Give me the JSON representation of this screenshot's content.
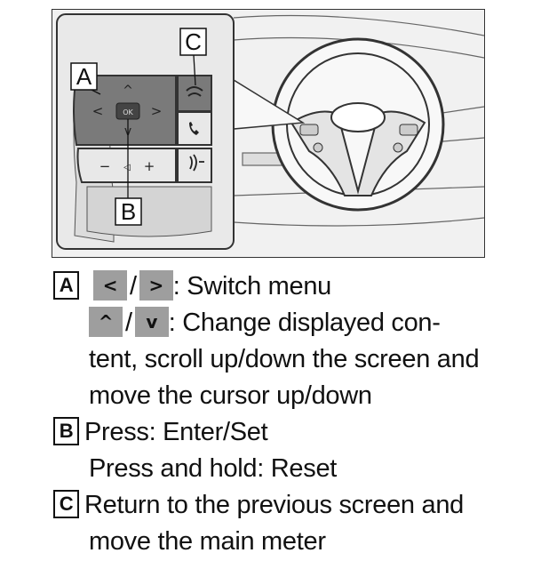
{
  "illustration": {
    "callouts": [
      "A",
      "B",
      "C"
    ],
    "controls": {
      "left": "<",
      "right": ">",
      "up": "^",
      "down": "v",
      "ok": "OK",
      "volume_down": "−",
      "volume_icon": "◁",
      "volume_up": "+",
      "phone_icon": "phone-icon",
      "voice_icon": "voice-icon",
      "return_icon": "return-icon"
    }
  },
  "legend": {
    "a": {
      "key": "A",
      "switch_buttons": [
        "<",
        ">"
      ],
      "switch_text": ": Switch menu",
      "scroll_buttons": [
        "^",
        "v"
      ],
      "scroll_text_lines": [
        ": Change displayed con-",
        "tent, scroll up/down the screen and",
        "move the cursor up/down"
      ]
    },
    "b": {
      "key": "B",
      "lines": [
        "Press: Enter/Set",
        "Press and hold: Reset"
      ]
    },
    "c": {
      "key": "C",
      "lines": [
        "Return to the previous screen and",
        "move the main meter"
      ]
    },
    "separator": "/"
  }
}
